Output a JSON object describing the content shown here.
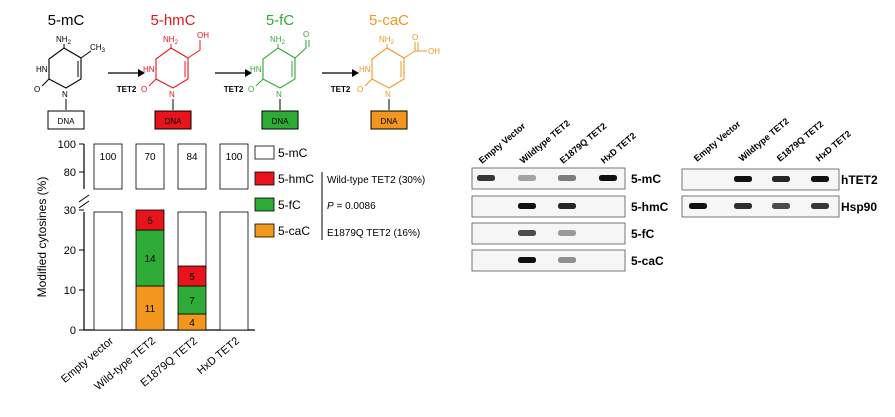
{
  "scheme": {
    "compounds": [
      {
        "name": "5-mC",
        "group": "CH3",
        "color": "#000000"
      },
      {
        "name": "5-hmC",
        "group": "OH",
        "color": "#e8141b"
      },
      {
        "name": "5-fC",
        "group": "O",
        "color": "#2eaa36"
      },
      {
        "name": "5-caC",
        "group": "OH",
        "color": "#f2961e"
      }
    ],
    "atom_labels": {
      "nh2": "NH2",
      "nh2_base": "NH",
      "nh2_sub": "2",
      "hn": "HN",
      "n": "N",
      "o": "O",
      "ch3_base": "CH",
      "ch3_sub": "3"
    },
    "dna_label": "DNA",
    "enzyme_label": "TET2",
    "box_colors": [
      "#ffffff",
      "#e8141b",
      "#2eaa36",
      "#f2961e"
    ]
  },
  "chart": {
    "ylabel": "Modified cytosines (%)",
    "legend": [
      {
        "label": "5-mC",
        "color": "#ffffff"
      },
      {
        "label": "5-hmC",
        "color": "#e8141b"
      },
      {
        "label": "5-fC",
        "color": "#2eaa36"
      },
      {
        "label": "5-caC",
        "color": "#f2961e"
      }
    ],
    "annotations": {
      "wt": "Wild-type TET2 (30%)",
      "p_italic": "P",
      "p_value": " = 0.0086",
      "mut": "E1879Q TET2 (16%)"
    }
  },
  "chart_data": {
    "type": "bar",
    "stacked": true,
    "axis_break": [
      32,
      78
    ],
    "ylim": [
      0,
      100
    ],
    "yticks": [
      0,
      10,
      20,
      30,
      80,
      100
    ],
    "categories": [
      "Empty vector",
      "Wild-type TET2",
      "E1879Q TET2",
      "HxD TET2"
    ],
    "series": [
      {
        "name": "5-caC",
        "color": "#f2961e",
        "values": [
          0,
          11,
          4,
          0
        ]
      },
      {
        "name": "5-fC",
        "color": "#2eaa36",
        "values": [
          0,
          14,
          7,
          0
        ]
      },
      {
        "name": "5-hmC",
        "color": "#e8141b",
        "values": [
          0,
          5,
          5,
          0
        ]
      },
      {
        "name": "5-mC",
        "color": "#ffffff",
        "values": [
          100,
          70,
          84,
          100
        ]
      }
    ],
    "top_labels": [
      "100",
      "70",
      "84",
      "100"
    ],
    "ylabel": "Modified cytosines (%)"
  },
  "blots": {
    "left": {
      "lanes": [
        "Empty Vector",
        "Wildtype TET2",
        "E1879Q TET2",
        "HxD TET2"
      ],
      "rows": [
        {
          "label": "5-mC",
          "bands": [
            0.8,
            0.25,
            0.45,
            1.0
          ]
        },
        {
          "label": "5-hmC",
          "bands": [
            0,
            1.0,
            0.9,
            0
          ]
        },
        {
          "label": "5-fC",
          "bands": [
            0,
            0.7,
            0.3,
            0
          ]
        },
        {
          "label": "5-caC",
          "bands": [
            0,
            1.0,
            0.35,
            0
          ]
        }
      ]
    },
    "right": {
      "lanes": [
        "Empty Vector",
        "Wildtype TET2",
        "E1879Q TET2",
        "HxD TET2"
      ],
      "rows": [
        {
          "label": "hTET2",
          "bands": [
            0,
            1.0,
            0.9,
            1.0
          ]
        },
        {
          "label": "Hsp90",
          "bands": [
            1.0,
            0.85,
            0.7,
            0.8
          ]
        }
      ]
    }
  }
}
